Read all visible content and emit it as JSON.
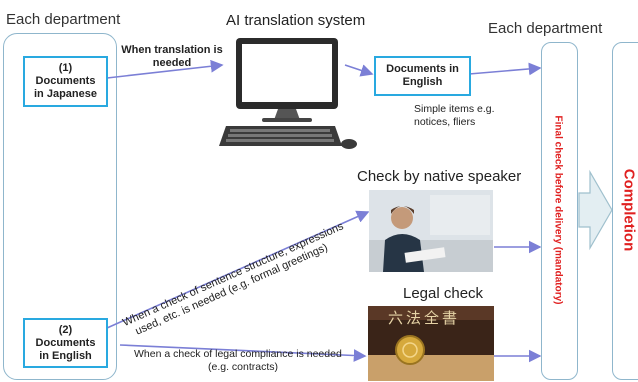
{
  "left_header": "Each department",
  "right_header": "Each department",
  "system_title": "AI translation system",
  "doc_japanese": {
    "num": "(1)",
    "line1": "Documents",
    "line2": "in Japanese"
  },
  "doc_english_top": {
    "line1": "Documents in",
    "line2": "English"
  },
  "doc_english_bottom": {
    "num": "(2)",
    "line1": "Documents",
    "line2": "in English"
  },
  "when_needed": {
    "line1": "When translation is",
    "line2": "needed"
  },
  "simple_items": {
    "line1": "Simple items e.g.",
    "line2": "notices, fliers"
  },
  "native_title": "Check by native speaker",
  "legal_title": "Legal check",
  "native_condition": {
    "line1": "When a check of sentence structure, expressions",
    "line2": "used, etc. is needed (e.g. formal greetings)"
  },
  "legal_condition": {
    "line1": "When a check of legal compliance is needed",
    "line2": "(e.g. contracts)"
  },
  "final_check": "Final check before delivery (mandatory)",
  "completion": "Completion",
  "book_title_jp": "六法全書",
  "colors": {
    "doc_border": "#29a9e0",
    "panel_border": "#8fb6cc",
    "arrow": "#7b7fd6",
    "accent_red": "#e02020"
  }
}
